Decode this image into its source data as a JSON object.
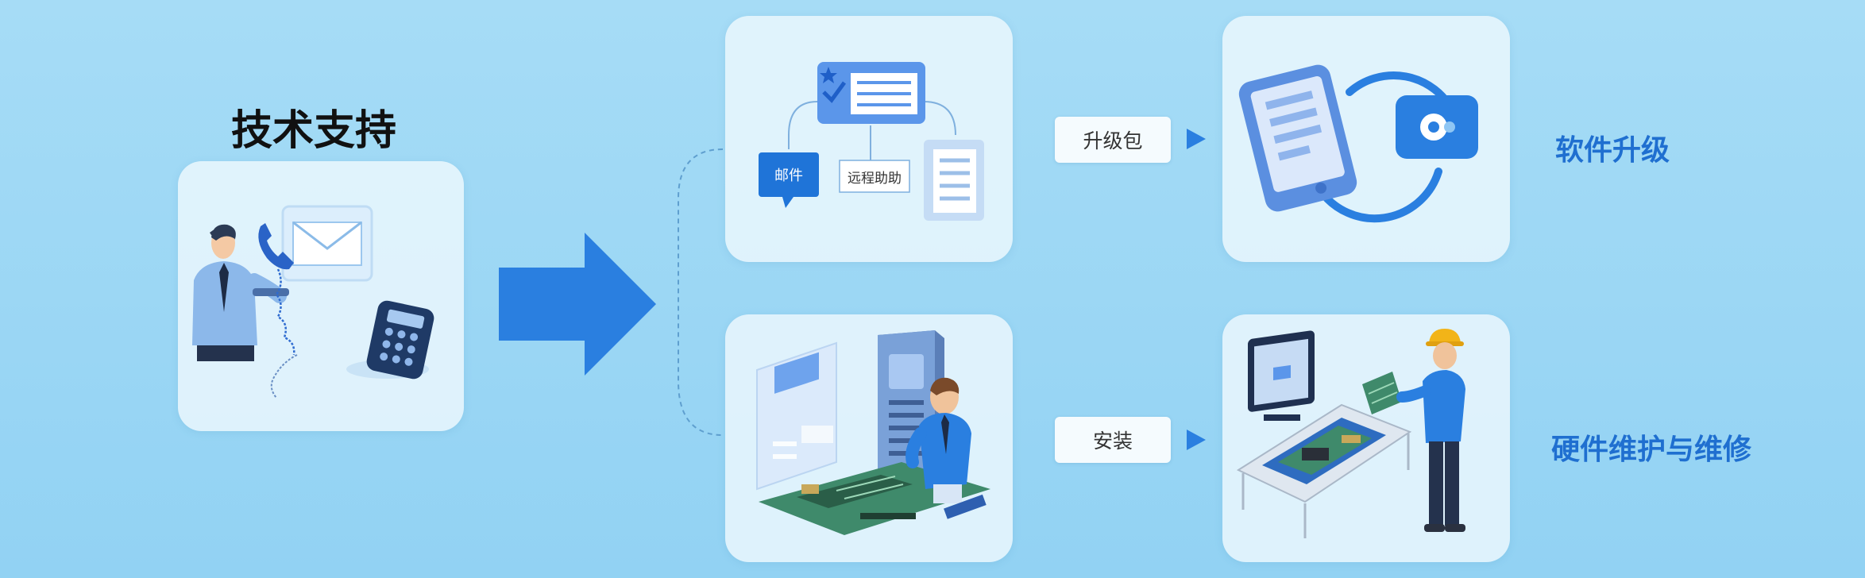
{
  "source": {
    "title": "技术支持",
    "email_tag": "邮件",
    "remote_tag": "远程助助"
  },
  "flows": [
    {
      "step_label": "升级包",
      "result_label": "软件升级"
    },
    {
      "step_label": "安装",
      "result_label": "硬件维护与维修"
    }
  ],
  "colors": {
    "background": "#9fd8f4",
    "accent_blue": "#2a7fe0",
    "label_blue": "#1f6fd0"
  }
}
